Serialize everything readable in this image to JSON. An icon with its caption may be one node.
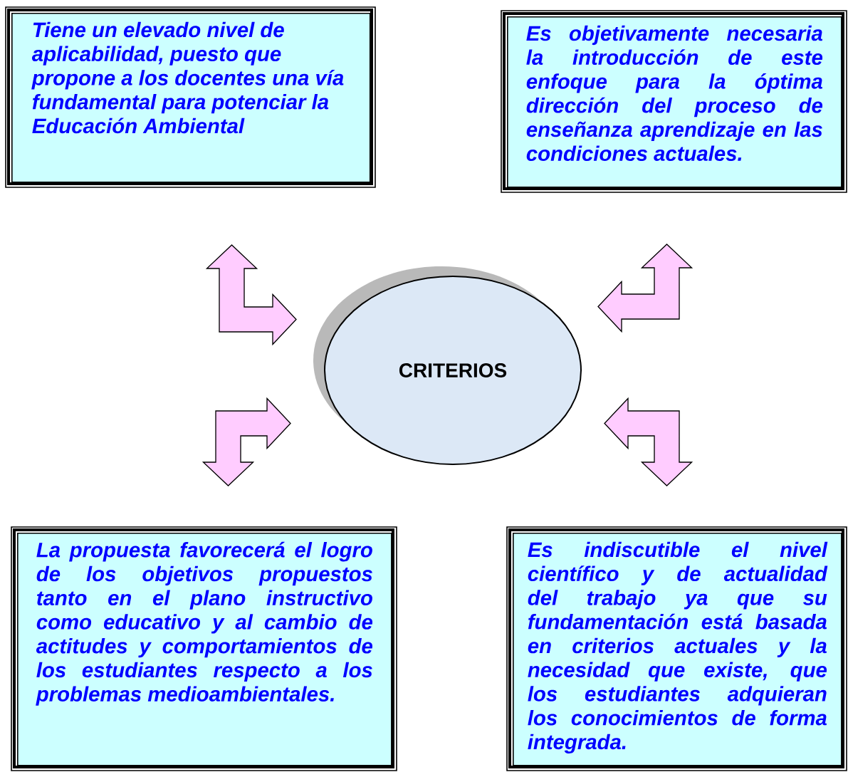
{
  "diagram": {
    "nodes": [
      {
        "text": [
          "Tiene un elevado nivel de aplicabilidad, puesto que propone a los docentes una vía fundamental para potenciar la Educación Ambiental"
        ]
      },
      {
        "text": [
          "Es objetivamente necesaria la introducción de este enfoque para la óptima dirección del proceso de enseñanza aprendizaje en las condiciones actuales."
        ]
      },
      {
        "text": [
          "CRITERIOS"
        ]
      },
      {
        "text": [
          "La propuesta favorecerá el logro de los objetivos propuestos tanto en el plano instructivo como educativo y al cambio de actitudes y comportamientos de los estudiantes respecto a los problemas medioambientales."
        ]
      },
      {
        "text": [
          "Es indiscutible el nivel científico y de actualidad del trabajo ya que su fundamentación está basada en criterios actuales y la necesidad que existe, que los estudiantes adquieran los conocimientos de forma integrada."
        ]
      }
    ],
    "edges": [
      {
        "from": 2,
        "to": 0,
        "arrow": "both"
      },
      {
        "from": 2,
        "to": 1,
        "arrow": "both"
      },
      {
        "from": 2,
        "to": 3,
        "arrow": "both"
      },
      {
        "from": 2,
        "to": 4,
        "arrow": "both"
      }
    ]
  }
}
